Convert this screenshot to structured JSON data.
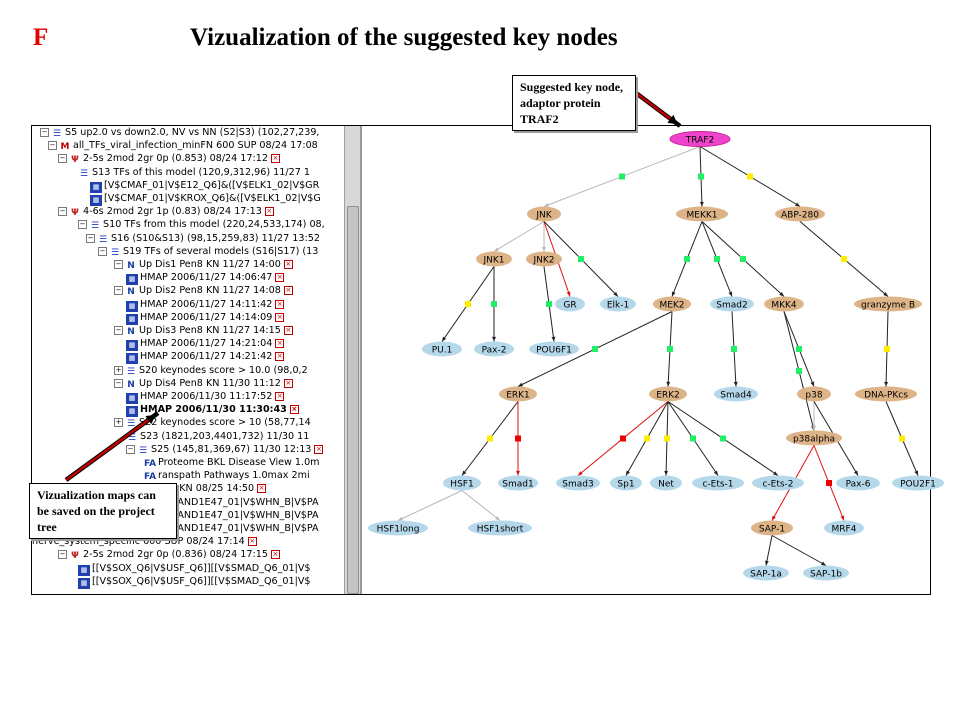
{
  "slide": {
    "letter": "F",
    "title": "Vizualization of  the suggested key nodes"
  },
  "callouts": {
    "top": "Suggested key node, adaptor protein TRAF2",
    "bottom": "Vizualization maps can be saved on the project tree"
  },
  "tree_rows": [
    {
      "expander": "-",
      "icon": "S",
      "text": "S5 up2.0 vs down2.0, NV vs NN (S2|S3) (102,27,239,"
    },
    {
      "expander": "-",
      "icon": "M",
      "text": "all_TFs_viral_infection_minFN 600 SUP 08/24 17:08"
    },
    {
      "expander": "-",
      "icon": "TF",
      "text": "2-5s 2mod 2gr 0p (0.853) 08/24 17:12",
      "x": true
    },
    {
      "expander": "",
      "icon": "S",
      "text": "S13 TFs of this model (120,9,312,96) 11/27 1"
    },
    {
      "expander": "",
      "icon": "V",
      "text": "[V$CMAF_01|V$E12_Q6]&([V$ELK1_02|V$GR"
    },
    {
      "expander": "",
      "icon": "V",
      "text": "[V$CMAF_01|V$KROX_Q6]&([V$ELK1_02|V$G"
    },
    {
      "expander": "-",
      "icon": "TF",
      "text": "4-6s 2mod 2gr 1p (0.83) 08/24 17:13",
      "x": true
    },
    {
      "expander": "-",
      "icon": "S",
      "text": "S10 TFs from this model (220,24,533,174) 08,"
    },
    {
      "expander": "-",
      "icon": "S",
      "text": "S16 (S10&S13) (98,15,259,83) 11/27 13:52"
    },
    {
      "expander": "-",
      "icon": "S",
      "text": "S19 TFs of several models (S16|S17) (13"
    },
    {
      "expander": "-",
      "icon": "N",
      "text": "Up Dis1 Pen8 KN 11/27 14:00",
      "x": true
    },
    {
      "expander": "",
      "icon": "H",
      "text": "HMAP 2006/11/27 14:06:47",
      "x": true
    },
    {
      "expander": "-",
      "icon": "N",
      "text": "Up Dis2 Pen8 KN 11/27 14:08",
      "x": true
    },
    {
      "expander": "",
      "icon": "H",
      "text": "HMAP 2006/11/27 14:11:42",
      "x": true
    },
    {
      "expander": "",
      "icon": "H",
      "text": "HMAP 2006/11/27 14:14:09",
      "x": true
    },
    {
      "expander": "-",
      "icon": "N",
      "text": "Up Dis3 Pen8 KN 11/27 14:15",
      "x": true
    },
    {
      "expander": "",
      "icon": "H",
      "text": "HMAP 2006/11/27 14:21:04",
      "x": true
    },
    {
      "expander": "",
      "icon": "H",
      "text": "HMAP 2006/11/27 14:21:42",
      "x": true
    },
    {
      "expander": "+",
      "icon": "S",
      "text": "S20 keynodes score > 10.0 (98,0,2"
    },
    {
      "expander": "-",
      "icon": "N",
      "text": "Up Dis4 Pen8 KN 11/30 11:12",
      "x": true
    },
    {
      "expander": "",
      "icon": "H",
      "text": "HMAP 2006/11/30 11:17:52",
      "x": true
    },
    {
      "expander": "",
      "icon": "H",
      "text": "HMAP 2006/11/30 11:30:43",
      "x": true,
      "bold": true
    },
    {
      "expander": "+",
      "icon": "S",
      "text": "S22 keynodes score > 10 (58,77,14"
    },
    {
      "expander": "",
      "icon": "S",
      "text": "S23 (1821,203,4401,732) 11/30 11"
    },
    {
      "expander": "-",
      "icon": "S",
      "text": "S25 (145,81,369,67) 11/30 12:13",
      "x": true
    },
    {
      "expander": "",
      "icon": "FA",
      "text": "Proteome BKL Disease View 1.0m"
    },
    {
      "expander": "",
      "icon": "FA",
      "text": "ranspath Pathways 1.0max 2mi"
    },
    {
      "expander": "",
      "icon": "",
      "text": "n8 KN 08/25 14:50",
      "x": true
    },
    {
      "expander": "",
      "icon": "",
      "text": "$HAND1E47_01|V$WHN_B|V$PA"
    },
    {
      "expander": "",
      "icon": "",
      "text": "$HAND1E47_01|V$WHN_B|V$PA"
    },
    {
      "expander": "",
      "icon": "",
      "text": "$HAND1E47_01|V$WHN_B|V$PA"
    },
    {
      "expander": "",
      "icon": "",
      "text": "nerve_system_specific 600 SUP 08/24 17:14",
      "x": true
    },
    {
      "expander": "-",
      "icon": "TF",
      "text": "2-5s 2mod 2gr 0p (0.836) 08/24 17:15",
      "x": true
    },
    {
      "expander": "",
      "icon": "V",
      "text": "[[V$SOX_Q6|V$USF_Q6]][[V$SMAD_Q6_01|V$"
    },
    {
      "expander": "",
      "icon": "V",
      "text": "[[V$SOX_Q6|V$USF_Q6]][[V$SMAD_Q6_01|V$"
    }
  ],
  "graph": {
    "nodes": [
      {
        "id": "TRAF2",
        "label": "TRAF2",
        "type": "key"
      },
      {
        "id": "JNK",
        "label": "JNK",
        "type": "orange"
      },
      {
        "id": "MEKK1",
        "label": "MEKK1",
        "type": "orange"
      },
      {
        "id": "ABP-280",
        "label": "ABP-280",
        "type": "orange"
      },
      {
        "id": "JNK1",
        "label": "JNK1",
        "type": "orange"
      },
      {
        "id": "JNK2",
        "label": "JNK2",
        "type": "orange"
      },
      {
        "id": "GR",
        "label": "GR",
        "type": "blue"
      },
      {
        "id": "Elk-1",
        "label": "Elk-1",
        "type": "blue"
      },
      {
        "id": "MEK2",
        "label": "MEK2",
        "type": "orange"
      },
      {
        "id": "Smad2",
        "label": "Smad2",
        "type": "blue"
      },
      {
        "id": "MKK4",
        "label": "MKK4",
        "type": "orange"
      },
      {
        "id": "granzyme B",
        "label": "granzyme B",
        "type": "orange"
      },
      {
        "id": "PU.1",
        "label": "PU.1",
        "type": "blue"
      },
      {
        "id": "Pax-2",
        "label": "Pax-2",
        "type": "blue"
      },
      {
        "id": "POU6F1",
        "label": "POU6F1",
        "type": "blue"
      },
      {
        "id": "ERK1",
        "label": "ERK1",
        "type": "orange"
      },
      {
        "id": "ERK2",
        "label": "ERK2",
        "type": "orange"
      },
      {
        "id": "Smad4",
        "label": "Smad4",
        "type": "blue"
      },
      {
        "id": "p38",
        "label": "p38",
        "type": "orange"
      },
      {
        "id": "DNA-PKcs",
        "label": "DNA-PKcs",
        "type": "orange"
      },
      {
        "id": "p38alpha",
        "label": "p38alpha",
        "type": "orange"
      },
      {
        "id": "HSF1",
        "label": "HSF1",
        "type": "blue"
      },
      {
        "id": "Smad1",
        "label": "Smad1",
        "type": "blue"
      },
      {
        "id": "Smad3",
        "label": "Smad3",
        "type": "blue"
      },
      {
        "id": "Sp1",
        "label": "Sp1",
        "type": "blue"
      },
      {
        "id": "Net",
        "label": "Net",
        "type": "blue"
      },
      {
        "id": "c-Ets-1",
        "label": "c-Ets-1",
        "type": "blue"
      },
      {
        "id": "c-Ets-2",
        "label": "c-Ets-2",
        "type": "blue"
      },
      {
        "id": "Pax-6",
        "label": "Pax-6",
        "type": "blue"
      },
      {
        "id": "POU2F1",
        "label": "POU2F1",
        "type": "blue"
      },
      {
        "id": "HSF1long",
        "label": "HSF1long",
        "type": "blue"
      },
      {
        "id": "HSF1short",
        "label": "HSF1short",
        "type": "blue"
      },
      {
        "id": "SAP-1",
        "label": "SAP-1",
        "type": "orange"
      },
      {
        "id": "MRF4",
        "label": "MRF4",
        "type": "blue"
      },
      {
        "id": "SAP-1a",
        "label": "SAP-1a",
        "type": "blue"
      },
      {
        "id": "SAP-1b",
        "label": "SAP-1b",
        "type": "blue"
      }
    ],
    "edges": [
      {
        "from": "TRAF2",
        "to": "JNK",
        "style": "gray",
        "marker": "green"
      },
      {
        "from": "TRAF2",
        "to": "MEKK1",
        "style": "black",
        "marker": "green"
      },
      {
        "from": "TRAF2",
        "to": "ABP-280",
        "style": "black",
        "marker": "yellow"
      },
      {
        "from": "JNK",
        "to": "JNK1",
        "style": "gray",
        "marker": ""
      },
      {
        "from": "JNK",
        "to": "JNK2",
        "style": "gray",
        "marker": ""
      },
      {
        "from": "JNK",
        "to": "GR",
        "style": "red",
        "marker": "red"
      },
      {
        "from": "JNK",
        "to": "Elk-1",
        "style": "black",
        "marker": "green"
      },
      {
        "from": "MEKK1",
        "to": "MEK2",
        "style": "black",
        "marker": "green"
      },
      {
        "from": "MEKK1",
        "to": "Smad2",
        "style": "black",
        "marker": "green"
      },
      {
        "from": "MEKK1",
        "to": "MKK4",
        "style": "black",
        "marker": "green"
      },
      {
        "from": "ABP-280",
        "to": "granzyme B",
        "style": "black",
        "marker": "yellow"
      },
      {
        "from": "JNK1",
        "to": "PU.1",
        "style": "black",
        "marker": "yellow"
      },
      {
        "from": "JNK1",
        "to": "Pax-2",
        "style": "black",
        "marker": "green"
      },
      {
        "from": "JNK2",
        "to": "POU6F1",
        "style": "black",
        "marker": "green"
      },
      {
        "from": "MEK2",
        "to": "ERK1",
        "style": "black",
        "marker": "green"
      },
      {
        "from": "MEK2",
        "to": "ERK2",
        "style": "black",
        "marker": "green"
      },
      {
        "from": "Smad2",
        "to": "Smad4",
        "style": "black",
        "marker": "green"
      },
      {
        "from": "MKK4",
        "to": "p38",
        "style": "black",
        "marker": "green"
      },
      {
        "from": "MKK4",
        "to": "p38alpha",
        "style": "black",
        "marker": "green"
      },
      {
        "from": "granzyme B",
        "to": "DNA-PKcs",
        "style": "black",
        "marker": "yellow"
      },
      {
        "from": "ERK1",
        "to": "HSF1",
        "style": "black",
        "marker": "yellow"
      },
      {
        "from": "ERK1",
        "to": "Smad1",
        "style": "red",
        "marker": "red"
      },
      {
        "from": "ERK2",
        "to": "Smad3",
        "style": "red",
        "marker": "red"
      },
      {
        "from": "ERK2",
        "to": "Sp1",
        "style": "black",
        "marker": "yellow"
      },
      {
        "from": "ERK2",
        "to": "Net",
        "style": "black",
        "marker": "yellow"
      },
      {
        "from": "ERK2",
        "to": "c-Ets-1",
        "style": "black",
        "marker": "green"
      },
      {
        "from": "ERK2",
        "to": "c-Ets-2",
        "style": "black",
        "marker": "green"
      },
      {
        "from": "p38",
        "to": "p38alpha",
        "style": "gray",
        "marker": ""
      },
      {
        "from": "p38",
        "to": "Pax-6",
        "style": "black",
        "marker": "yellow"
      },
      {
        "from": "DNA-PKcs",
        "to": "POU2F1",
        "style": "black",
        "marker": "yellow"
      },
      {
        "from": "HSF1",
        "to": "HSF1long",
        "style": "gray",
        "marker": ""
      },
      {
        "from": "HSF1",
        "to": "HSF1short",
        "style": "gray",
        "marker": ""
      },
      {
        "from": "p38alpha",
        "to": "SAP-1",
        "style": "red",
        "marker": "red"
      },
      {
        "from": "p38alpha",
        "to": "MRF4",
        "style": "red",
        "marker": "red"
      },
      {
        "from": "SAP-1",
        "to": "SAP-1a",
        "style": "black",
        "marker": ""
      },
      {
        "from": "SAP-1",
        "to": "SAP-1b",
        "style": "black",
        "marker": ""
      }
    ]
  },
  "colors": {
    "key_node": "#ee44cc",
    "orange_node": "#ddb488",
    "blue_node": "#b4d8ea",
    "edge_black": "#222222",
    "edge_gray": "#b8b8b8",
    "edge_red": "#e01010",
    "marker_green": "#22ee66",
    "marker_yellow": "#ffee00",
    "marker_red": "#ee0000",
    "callout_arrow": "#c00000",
    "title_letter": "#e00000"
  }
}
